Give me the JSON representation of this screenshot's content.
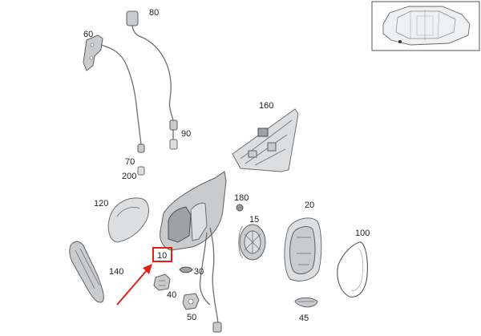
{
  "callouts": {
    "c80": "80",
    "c60": "60",
    "c90": "90",
    "c70": "70",
    "c200": "200",
    "c160": "160",
    "c180": "180",
    "c120": "120",
    "c15": "15",
    "c20": "20",
    "c100": "100",
    "c140": "140",
    "c10": "10",
    "c30": "30",
    "c40": "40",
    "c50": "50",
    "c45": "45"
  },
  "highlight": {
    "color": "#e0201b",
    "target": "10"
  },
  "colors": {
    "part": "#c9cbcd",
    "outline": "#5d6164",
    "accent": "#e0201b"
  }
}
